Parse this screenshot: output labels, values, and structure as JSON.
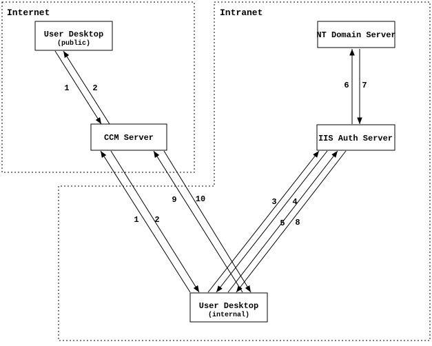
{
  "diagram": {
    "zones": {
      "internet": {
        "label": "Internet"
      },
      "intranet": {
        "label": "Intranet"
      }
    },
    "nodes": {
      "user_desktop_public": {
        "title": "User Desktop",
        "subtitle": "(public)"
      },
      "ccm_server": {
        "title": "CCM Server"
      },
      "nt_domain_server": {
        "title": "NT Domain Server"
      },
      "iis_auth_server": {
        "title": "IIS Auth Server"
      },
      "user_desktop_internal": {
        "title": "User Desktop",
        "subtitle": "(internal)"
      }
    },
    "flow_labels": {
      "public_1": "1",
      "public_2": "2",
      "internal_1": "1",
      "internal_2": "2",
      "step_3": "3",
      "step_4": "4",
      "step_5": "5",
      "step_6": "6",
      "step_7": "7",
      "step_8": "8",
      "step_9": "9",
      "step_10": "10"
    },
    "colors": {
      "line": "#000000",
      "background": "#ffffff",
      "box_fill": "#ffffff"
    }
  }
}
